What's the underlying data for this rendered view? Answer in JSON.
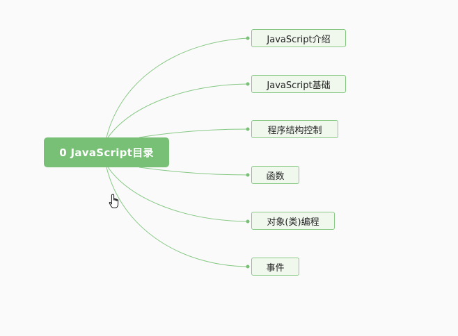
{
  "mindmap": {
    "root": {
      "label": "0 JavaScript目录"
    },
    "children": [
      {
        "label": "JavaScript介绍"
      },
      {
        "label": "JavaScript基础"
      },
      {
        "label": "程序结构控制"
      },
      {
        "label": "函数"
      },
      {
        "label": "对象(类)编程"
      },
      {
        "label": "事件"
      }
    ]
  },
  "colors": {
    "root_fill": "#77c075",
    "child_fill": "#f0f8ee",
    "child_border": "#86c884",
    "link": "#86c884"
  },
  "cursor": {
    "icon": "hand-pointer-icon"
  }
}
